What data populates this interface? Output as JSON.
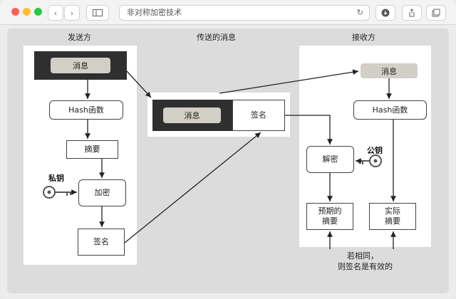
{
  "window": {
    "address": "非对称加密技术"
  },
  "diagram": {
    "headers": {
      "sender": "发送方",
      "transmitted": "传送的消息",
      "receiver": "接收方"
    },
    "sender": {
      "message": "消息",
      "hash": "Hash函数",
      "digest": "摘要",
      "private_key": "私钥",
      "encrypt": "加密",
      "signature": "签名"
    },
    "transmitted": {
      "message": "消息",
      "signature": "签名"
    },
    "receiver": {
      "message": "消息",
      "hash": "Hash函数",
      "public_key": "公钥",
      "decrypt": "解密",
      "expected_digest_line1": "预期的",
      "expected_digest_line2": "摘要",
      "actual_digest_line1": "实际",
      "actual_digest_line2": "摘要",
      "conclusion_line1": "若相同，",
      "conclusion_line2": "则签名是有效的"
    },
    "colors": {
      "dark_box": "#2f2f2f",
      "pill": "#d1cfc6",
      "key": "#555555"
    }
  }
}
